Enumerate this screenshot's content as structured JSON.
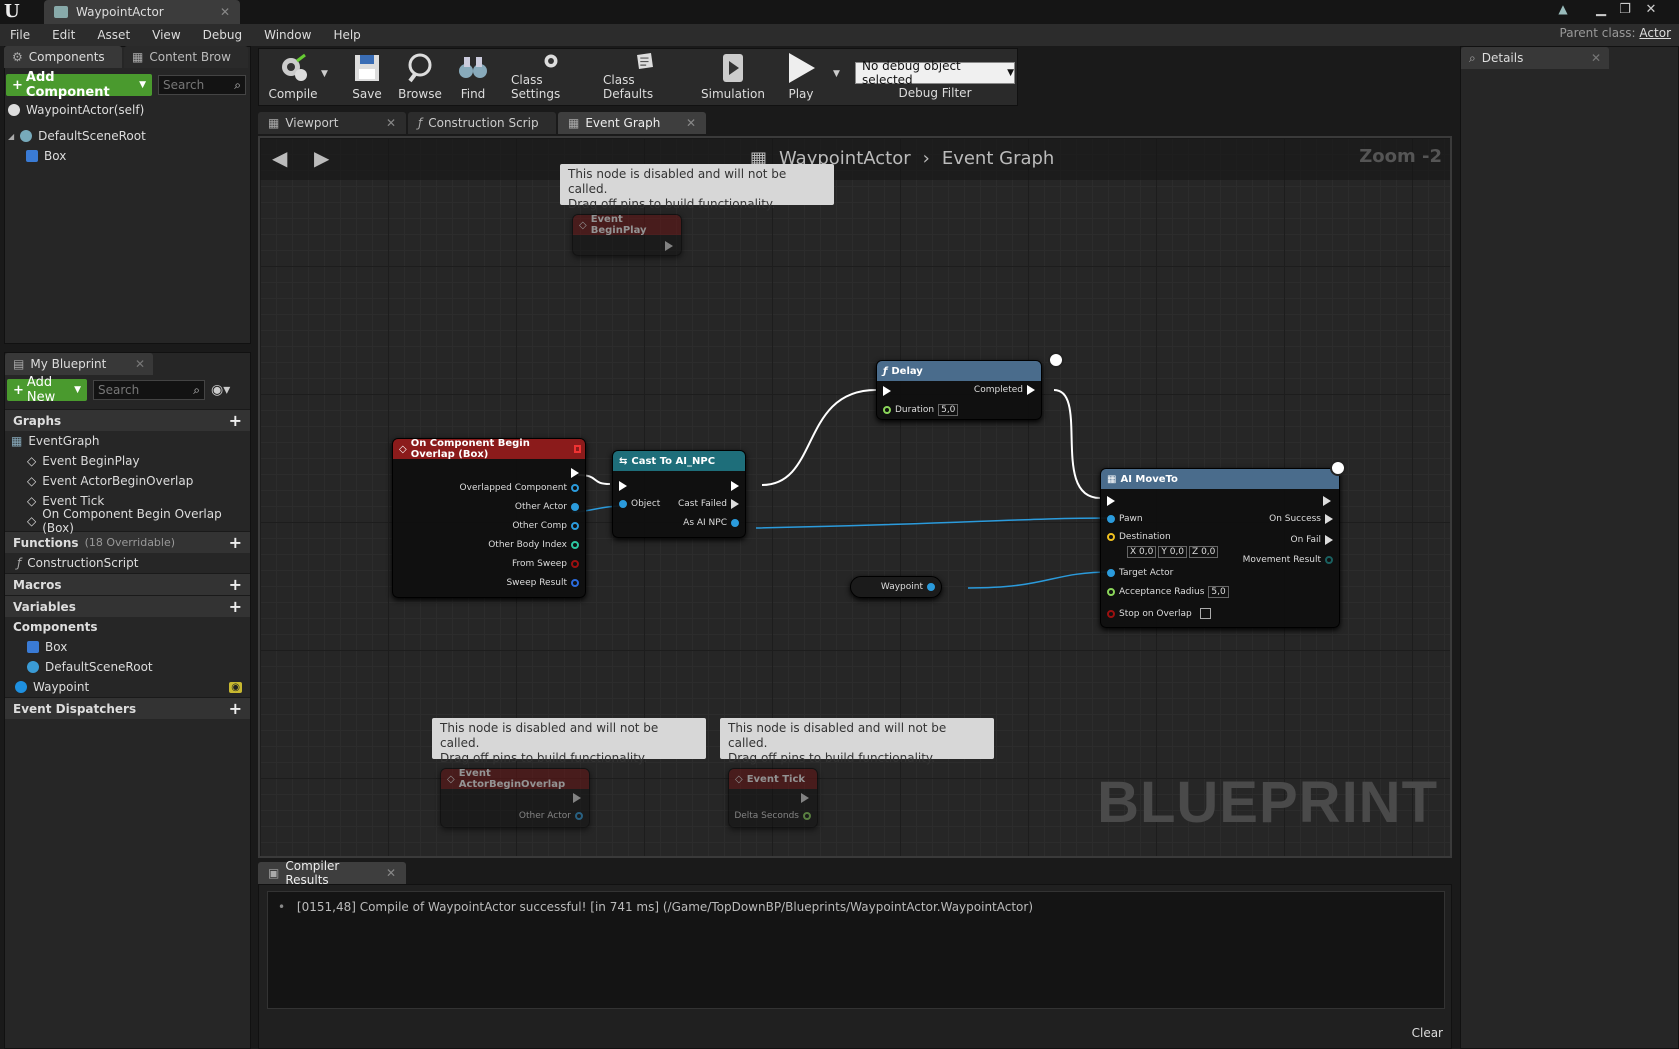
{
  "window": {
    "doc_tab": "WaypointActor",
    "parent_class_label": "Parent class:",
    "parent_class_value": "Actor"
  },
  "menu": [
    "File",
    "Edit",
    "Asset",
    "View",
    "Debug",
    "Window",
    "Help"
  ],
  "components_panel": {
    "tabs": [
      "Components",
      "Content Brow"
    ],
    "add_component": "Add Component",
    "search_placeholder": "Search",
    "self_label": "WaypointActor(self)",
    "tree": [
      "DefaultSceneRoot",
      "Box"
    ]
  },
  "my_blueprint": {
    "tab": "My Blueprint",
    "add_new": "Add New",
    "search_placeholder": "Search",
    "graphs_header": "Graphs",
    "graphs": [
      "EventGraph",
      "Event BeginPlay",
      "Event ActorBeginOverlap",
      "Event Tick",
      "On Component Begin Overlap (Box)"
    ],
    "functions_header": "Functions",
    "functions_overridable": "(18 Overridable)",
    "functions": [
      "ConstructionScript"
    ],
    "macros_header": "Macros",
    "variables_header": "Variables",
    "components_subheader": "Components",
    "component_vars": [
      "Box",
      "DefaultSceneRoot"
    ],
    "waypoint_var": "Waypoint",
    "dispatchers_header": "Event Dispatchers"
  },
  "toolbar": {
    "compile": "Compile",
    "save": "Save",
    "browse": "Browse",
    "find": "Find",
    "class_settings": "Class Settings",
    "class_defaults": "Class Defaults",
    "simulation": "Simulation",
    "play": "Play",
    "debug_select": "No debug object selected",
    "debug_filter": "Debug Filter"
  },
  "graph_tabs": [
    "Viewport",
    "Construction Scrip",
    "Event Graph"
  ],
  "graph": {
    "breadcrumb_root": "WaypointActor",
    "breadcrumb_leaf": "Event Graph",
    "zoom": "Zoom -2",
    "watermark": "BLUEPRINT",
    "disabled_comment_line1": "This node is disabled and will not be called.",
    "disabled_comment_line2": "Drag off pins to build functionality.",
    "nodes": {
      "begin_play": "Event BeginPlay",
      "overlap": {
        "title": "On Component Begin Overlap (Box)",
        "pins": [
          "Overlapped Component",
          "Other Actor",
          "Other Comp",
          "Other Body Index",
          "From Sweep",
          "Sweep Result"
        ]
      },
      "cast": {
        "title": "Cast To AI_NPC",
        "object": "Object",
        "failed": "Cast Failed",
        "as_npc": "As AI NPC"
      },
      "delay": {
        "title": "Delay",
        "completed": "Completed",
        "duration": "Duration",
        "duration_val": "5,0"
      },
      "moveto": {
        "title": "AI MoveTo",
        "pawn": "Pawn",
        "destination": "Destination",
        "dx": "0,0",
        "dy": "0,0",
        "dz": "0,0",
        "target": "Target Actor",
        "radius": "Acceptance Radius",
        "radius_val": "5,0",
        "stop": "Stop on Overlap",
        "on_success": "On Success",
        "on_fail": "On Fail",
        "movement_result": "Movement Result"
      },
      "waypoint": "Waypoint",
      "actor_overlap": {
        "title": "Event ActorBeginOverlap",
        "pin": "Other Actor"
      },
      "tick": {
        "title": "Event Tick",
        "pin": "Delta Seconds"
      }
    }
  },
  "compiler": {
    "tab": "Compiler Results",
    "message": "[0151,48] Compile of WaypointActor successful! [in 741 ms] (/Game/TopDownBP/Blueprints/WaypointActor.WaypointActor)",
    "clear": "Clear"
  },
  "details": {
    "tab": "Details"
  },
  "colors": {
    "accent_green": "#4a9a2e",
    "event_red": "#8b1b1b",
    "cast_teal": "#1e6e7a",
    "func_blue": "#4a6c8c",
    "wire_blue": "#2b9bdc"
  }
}
